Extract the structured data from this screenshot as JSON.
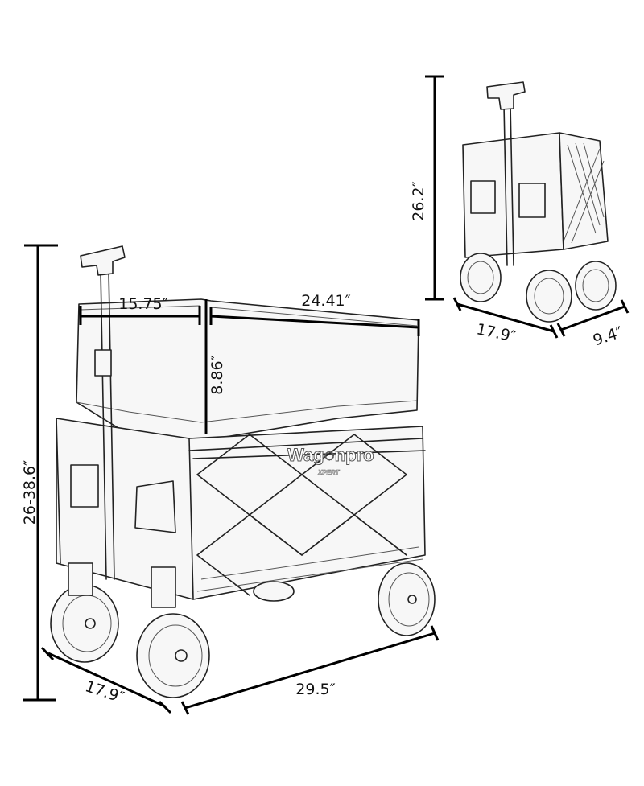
{
  "brand": {
    "name": "Wag◌npro",
    "sub": "XPERT"
  },
  "unfolded": {
    "height_label": "26-38.6″",
    "canopy_width_label": "15.75″",
    "canopy_length_label": "24.41″",
    "canopy_height_label": "8.86″",
    "width_label": "17.9″",
    "length_label": "29.5″"
  },
  "folded": {
    "height_label": "26.2″",
    "width_label": "17.9″",
    "depth_label": "9.4″"
  }
}
